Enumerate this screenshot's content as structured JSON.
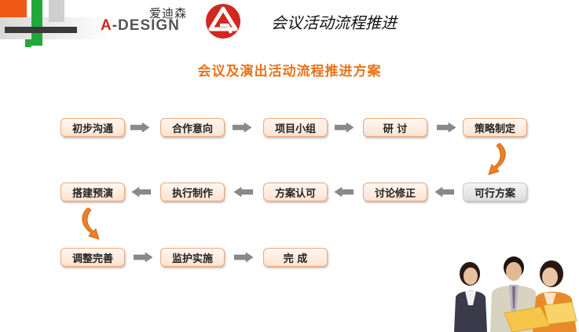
{
  "header": {
    "logo_cn": "爱迪森",
    "logo_en_prefix": "A",
    "logo_en_rest": "-DESIGN",
    "page_title": "会议活动流程推进"
  },
  "main": {
    "subtitle": "会议及演出活动流程推进方案",
    "steps": [
      "初步沟通",
      "合作意向",
      "项目小组",
      "研 讨",
      "策略制定",
      "可行方案",
      "讨论修正",
      "方案认可",
      "执行制作",
      "搭建预演",
      "调整完善",
      "监护实施",
      "完 成"
    ]
  },
  "colors": {
    "accent_orange": "#e8731c",
    "box_border": "#f0a878",
    "arrow_grey": "#8a8a8a",
    "brand_red": "#d1281f",
    "brand_green": "#22a83a"
  }
}
